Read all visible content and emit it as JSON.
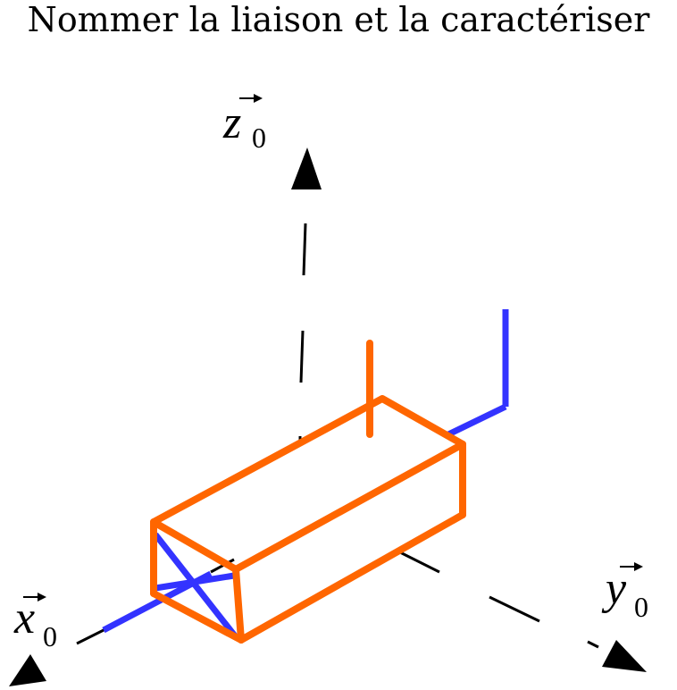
{
  "title": "Nommer la liaison et la caractériser",
  "axes": {
    "z": {
      "symbol": "z",
      "subscript": "0"
    },
    "y": {
      "symbol": "y",
      "subscript": "0"
    },
    "x": {
      "symbol": "x",
      "subscript": "0"
    }
  },
  "colors": {
    "axis": "#000000",
    "solid_1": "#ff6600",
    "solid_2": "#3333ff"
  }
}
